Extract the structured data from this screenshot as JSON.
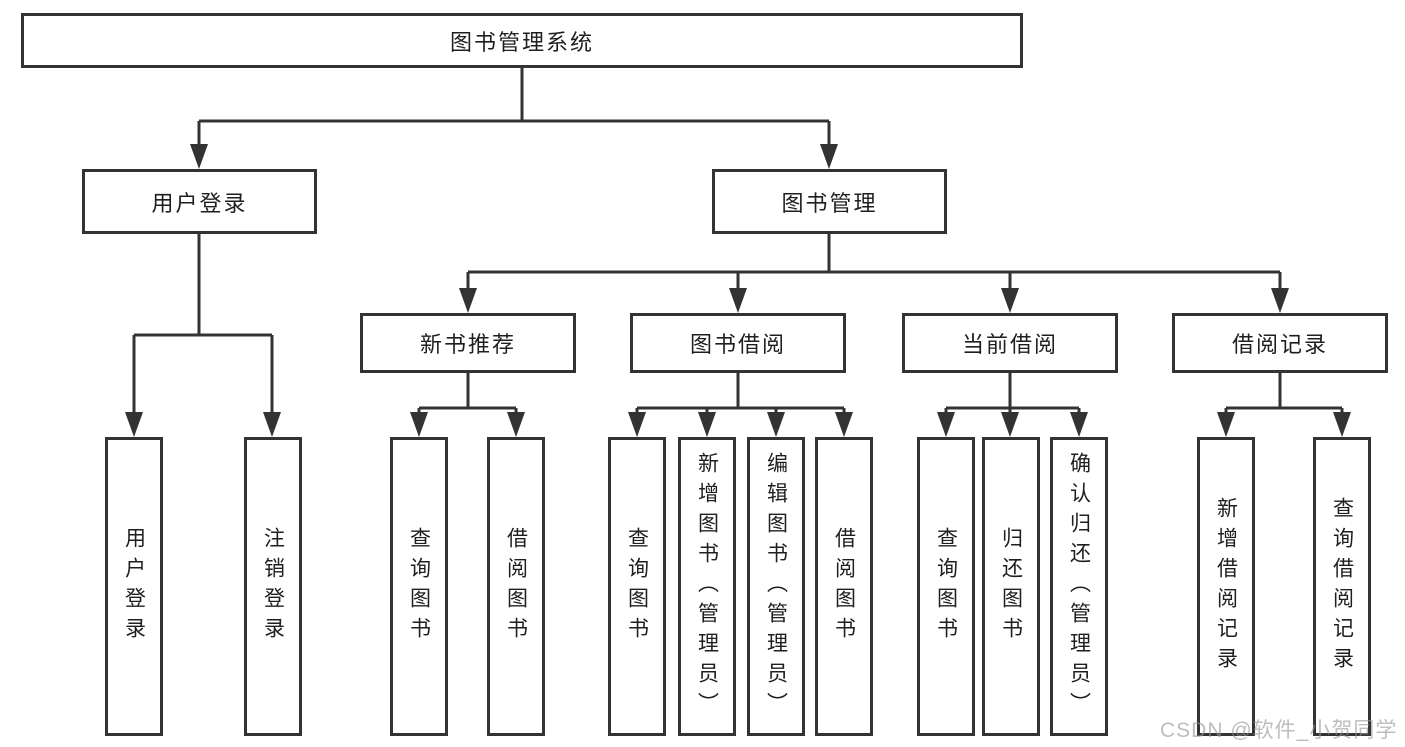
{
  "root": {
    "label": "图书管理系统"
  },
  "branches": [
    {
      "label": "用户登录"
    },
    {
      "label": "图书管理"
    }
  ],
  "modules": [
    {
      "label": "新书推荐"
    },
    {
      "label": "图书借阅"
    },
    {
      "label": "当前借阅"
    },
    {
      "label": "借阅记录"
    }
  ],
  "functions": [
    {
      "label": "用户登录"
    },
    {
      "label": "注销登录"
    },
    {
      "label": "查询图书"
    },
    {
      "label": "借阅图书"
    },
    {
      "label": "查询图书"
    },
    {
      "label": "新增图书（管理员）"
    },
    {
      "label": "编辑图书（管理员）"
    },
    {
      "label": "借阅图书"
    },
    {
      "label": "查询图书"
    },
    {
      "label": "归还图书"
    },
    {
      "label": "确认归还（管理员）"
    },
    {
      "label": "新增借阅记录"
    },
    {
      "label": "查询借阅记录"
    }
  ],
  "watermark": {
    "text": "CSDN @软件_小贺同学"
  },
  "colors": {
    "line": "#333333",
    "text": "#1f1f1f",
    "watermark": "#949494",
    "background": "#ffffff"
  }
}
